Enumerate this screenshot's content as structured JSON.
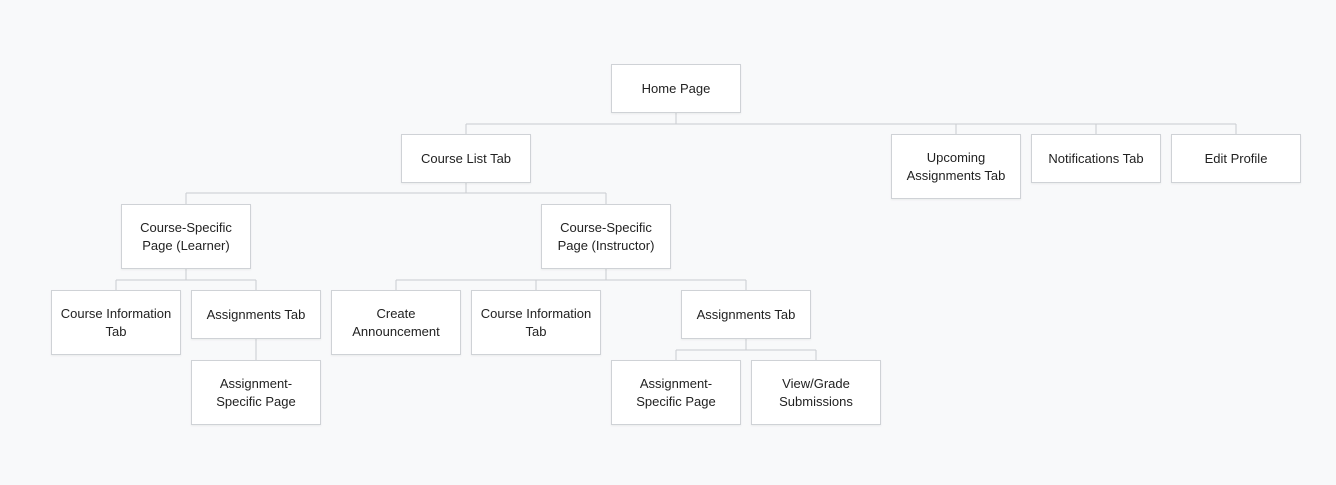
{
  "diagram": {
    "nodes": {
      "home": "Home Page",
      "course_list": "Course List Tab",
      "upcoming": "Upcoming Assignments Tab",
      "notifications": "Notifications Tab",
      "edit_profile": "Edit Profile",
      "course_learner": "Course-Specific Page (Learner)",
      "course_instructor": "Course-Specific Page (Instructor)",
      "learner_course_info": "Course Information Tab",
      "learner_assignments": "Assignments Tab",
      "learner_assignment_specific": "Assignment-Specific Page",
      "create_announcement": "Create Announcement",
      "instructor_course_info": "Course Information Tab",
      "instructor_assignments": "Assignments Tab",
      "instructor_assignment_specific": "Assignment-Specific Page",
      "view_grade": "View/Grade Submissions"
    }
  }
}
